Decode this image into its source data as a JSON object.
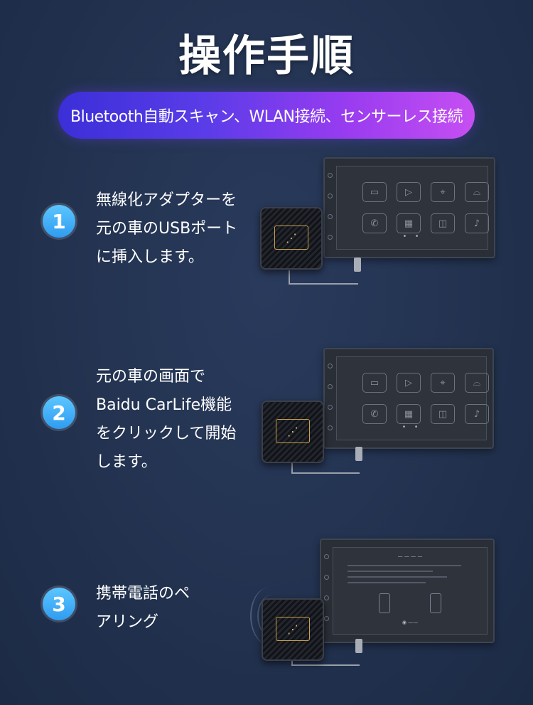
{
  "title": "操作手順",
  "banner": "Bluetooth自動スキャン、WLAN接続、センサーレス接続",
  "colors": {
    "badge": "#3aa8f5",
    "banner_start": "#3b2fd8",
    "banner_end": "#c64ff2",
    "background": "#22324f"
  },
  "steps": [
    {
      "number": "1",
      "lines": [
        "無線化アダプターを",
        "元の車のUSBポート",
        "に挿入します。"
      ]
    },
    {
      "number": "2",
      "lines": [
        "元の車の画面で",
        "Baidu CarLife機能",
        "をクリックして開始",
        "します。"
      ]
    },
    {
      "number": "3",
      "lines": [
        "携帯電話のペ",
        "アリング"
      ]
    }
  ],
  "icons": [
    "radio-icon",
    "play-icon",
    "navigation-icon",
    "car-icon",
    "phone-icon",
    "music-icon",
    "screens-icon",
    "headset-icon",
    "wifi-icon"
  ]
}
